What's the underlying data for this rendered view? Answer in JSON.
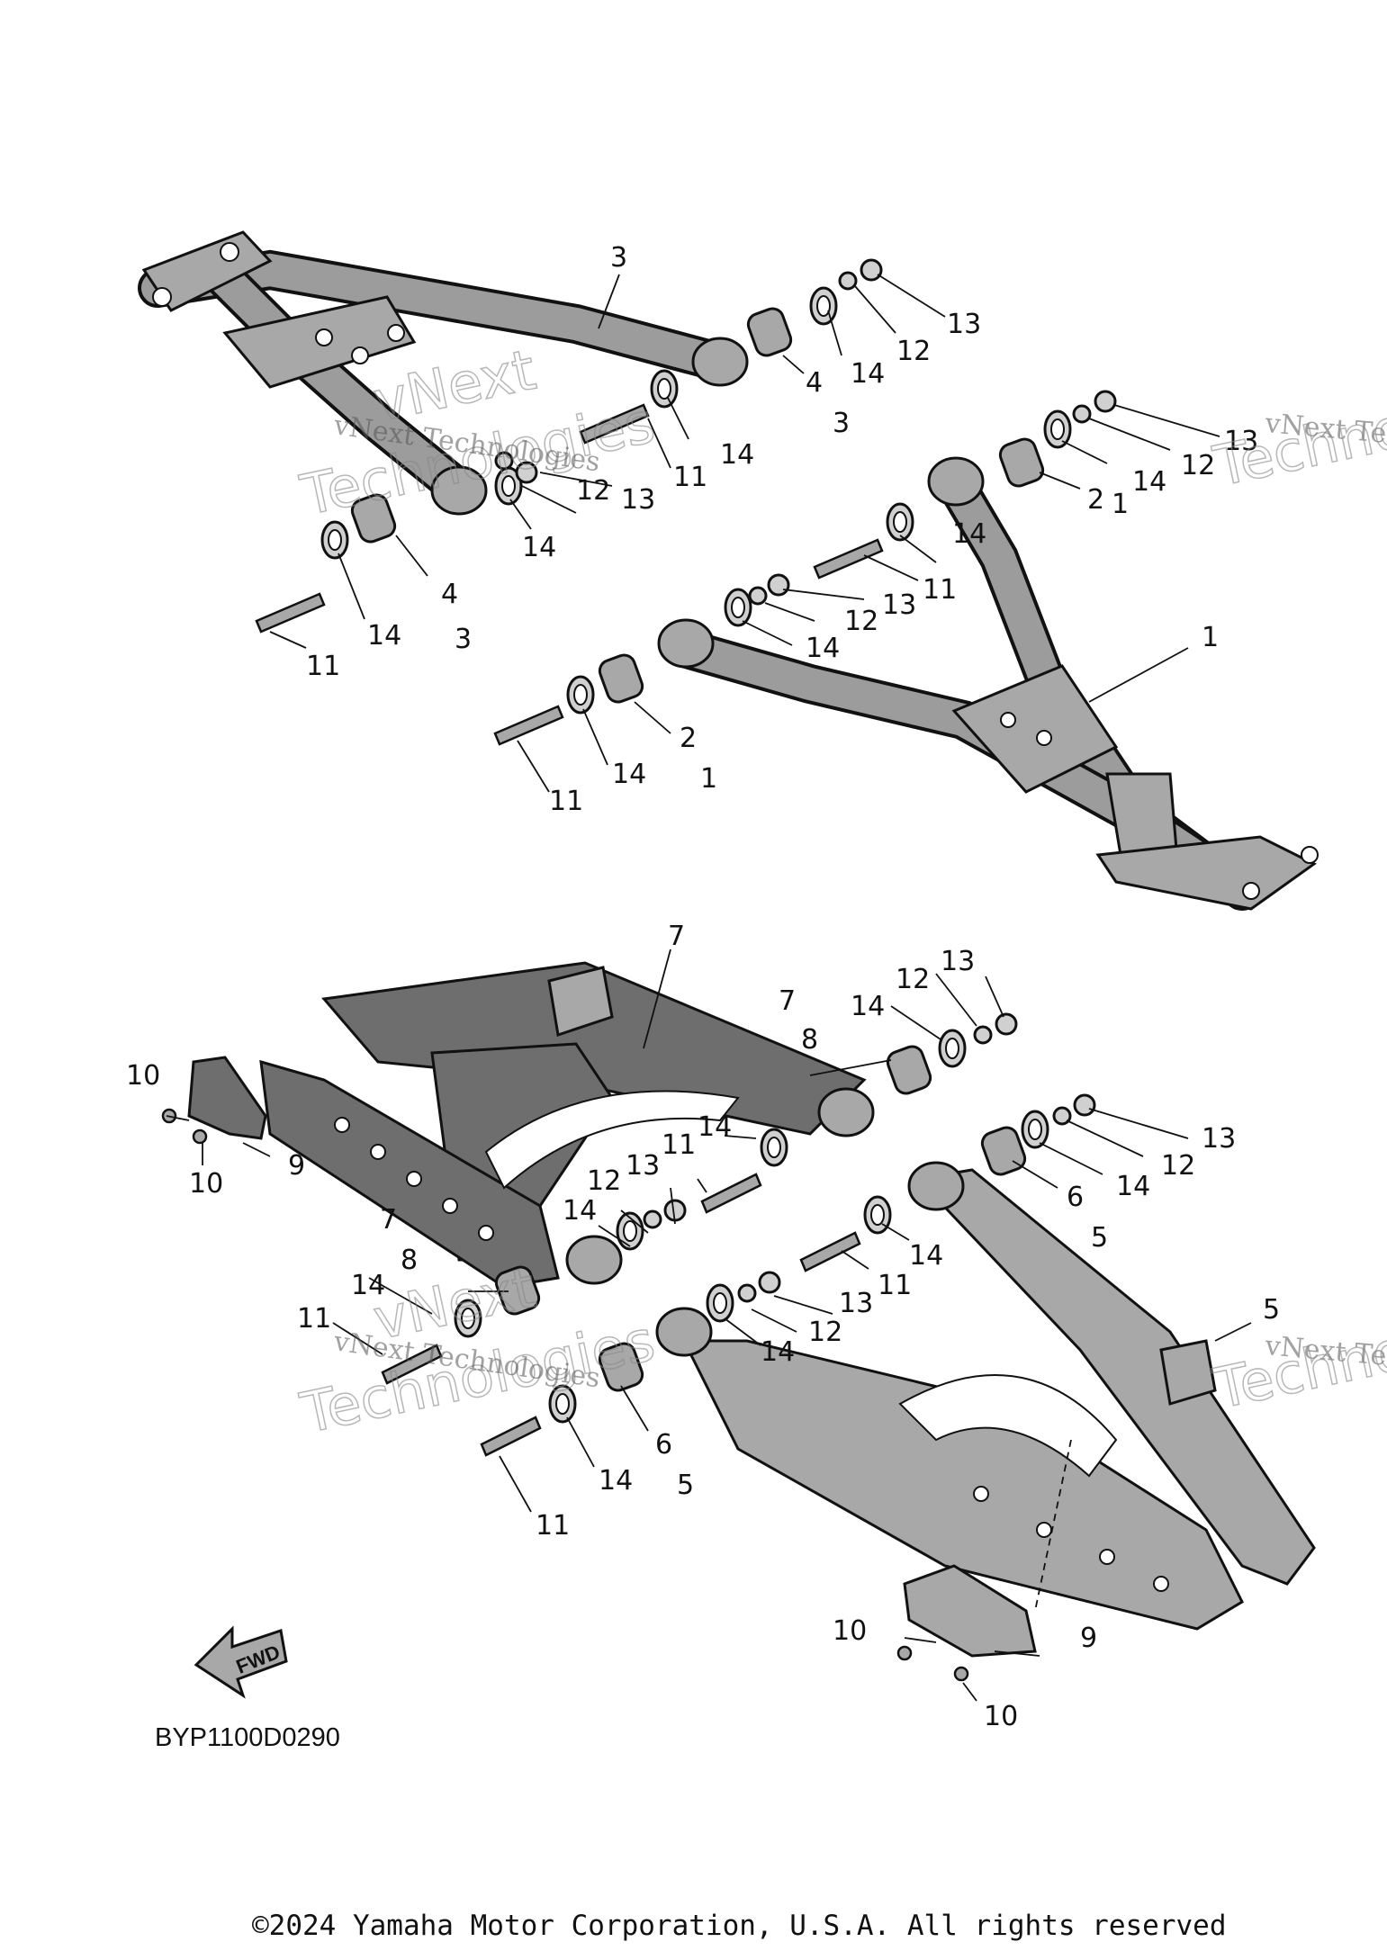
{
  "callouts": [
    {
      "id": "c3a",
      "text": "3"
    },
    {
      "id": "c13a",
      "text": "13"
    },
    {
      "id": "c12a",
      "text": "12"
    },
    {
      "id": "c14a",
      "text": "14"
    },
    {
      "id": "c4a",
      "text": "4"
    },
    {
      "id": "c3b",
      "text": "3"
    },
    {
      "id": "c14b",
      "text": "14"
    },
    {
      "id": "c11a",
      "text": "11"
    },
    {
      "id": "c13b",
      "text": "13"
    },
    {
      "id": "c12b",
      "text": "12"
    },
    {
      "id": "c14c",
      "text": "14"
    },
    {
      "id": "c4b",
      "text": "4"
    },
    {
      "id": "c3c",
      "text": "3"
    },
    {
      "id": "c14d",
      "text": "14"
    },
    {
      "id": "c11b",
      "text": "11"
    },
    {
      "id": "c13c",
      "text": "13"
    },
    {
      "id": "c12c",
      "text": "12"
    },
    {
      "id": "c14e",
      "text": "14"
    },
    {
      "id": "c2a",
      "text": "2"
    },
    {
      "id": "c1a",
      "text": "1"
    },
    {
      "id": "c14f",
      "text": "14"
    },
    {
      "id": "c11c",
      "text": "11"
    },
    {
      "id": "c13d",
      "text": "13"
    },
    {
      "id": "c12d",
      "text": "12"
    },
    {
      "id": "c14g",
      "text": "14"
    },
    {
      "id": "c1b",
      "text": "1"
    },
    {
      "id": "c11d",
      "text": "11"
    },
    {
      "id": "c14h",
      "text": "14"
    },
    {
      "id": "c2b",
      "text": "2"
    },
    {
      "id": "c1c",
      "text": "1"
    },
    {
      "id": "c7a",
      "text": "7"
    },
    {
      "id": "c13e",
      "text": "13"
    },
    {
      "id": "c12e",
      "text": "12"
    },
    {
      "id": "c7b",
      "text": "7"
    },
    {
      "id": "c14i",
      "text": "14"
    },
    {
      "id": "c8a",
      "text": "8"
    },
    {
      "id": "c10a",
      "text": "10"
    },
    {
      "id": "c9a",
      "text": "9"
    },
    {
      "id": "c10b",
      "text": "10"
    },
    {
      "id": "c14j",
      "text": "14"
    },
    {
      "id": "c11e",
      "text": "11"
    },
    {
      "id": "c13f",
      "text": "13"
    },
    {
      "id": "c12f",
      "text": "12"
    },
    {
      "id": "c14k",
      "text": "14"
    },
    {
      "id": "c13g",
      "text": "13"
    },
    {
      "id": "c12g",
      "text": "12"
    },
    {
      "id": "c14l",
      "text": "14"
    },
    {
      "id": "c6a",
      "text": "6"
    },
    {
      "id": "c5a",
      "text": "5"
    },
    {
      "id": "c7c",
      "text": "7"
    },
    {
      "id": "c8b",
      "text": "8"
    },
    {
      "id": "c14m",
      "text": "14"
    },
    {
      "id": "c11f",
      "text": "11"
    },
    {
      "id": "c14n",
      "text": "14"
    },
    {
      "id": "c11g",
      "text": "11"
    },
    {
      "id": "c13h",
      "text": "13"
    },
    {
      "id": "c12h",
      "text": "12"
    },
    {
      "id": "c14o",
      "text": "14"
    },
    {
      "id": "c5b",
      "text": "5"
    },
    {
      "id": "c14p",
      "text": "14"
    },
    {
      "id": "c6b",
      "text": "6"
    },
    {
      "id": "c5c",
      "text": "5"
    },
    {
      "id": "c11h",
      "text": "11"
    },
    {
      "id": "c10c",
      "text": "10"
    },
    {
      "id": "c9b",
      "text": "9"
    },
    {
      "id": "c10d",
      "text": "10"
    }
  ],
  "watermark": {
    "line": "vNext Technologies",
    "word1": "vNext",
    "word2": "Technologies"
  },
  "fwd_label": "FWD",
  "diagram_code": "BYP1100D0290",
  "copyright": "©2024 Yamaha Motor Corporation, U.S.A. All rights reserved"
}
